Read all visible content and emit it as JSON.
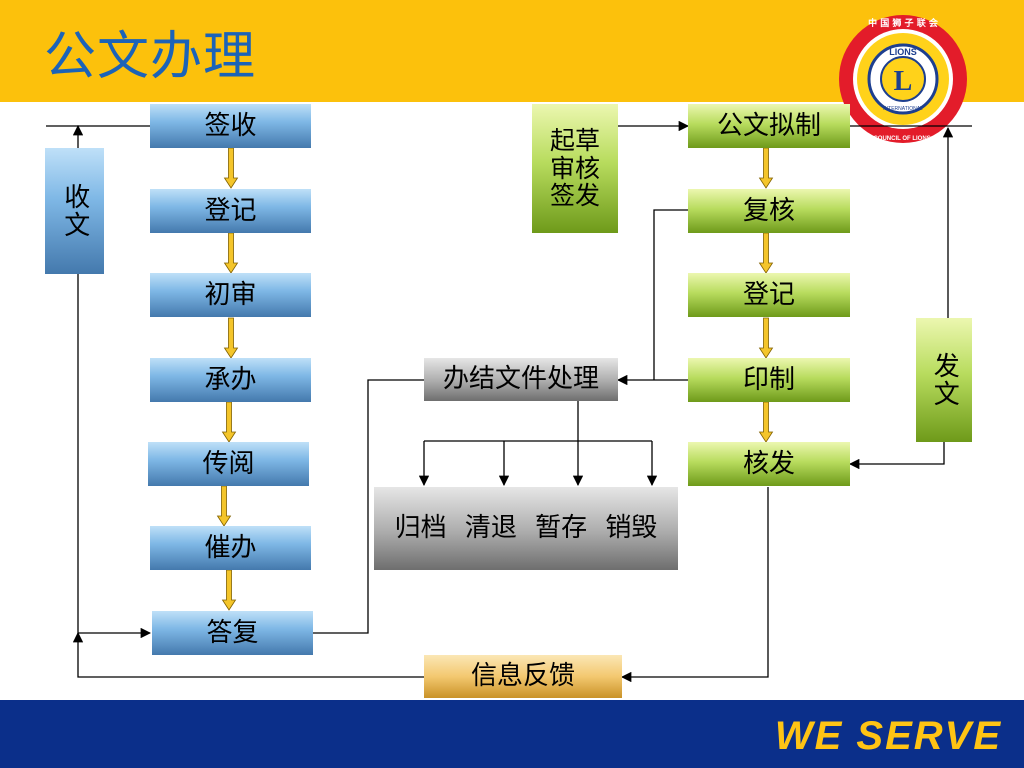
{
  "slide": {
    "title": "公文办理",
    "slogan": "WE SERVE",
    "logo": {
      "center_letter": "L",
      "ring_text_top": "中 国 狮 子 联 会",
      "ring_text_bottom": "CHINA COUNCIL OF LIONS CLUBS",
      "band_text_top": "LIONS",
      "band_text_bottom": "INTERNATIONAL"
    }
  },
  "colors": {
    "header": "#fcc10c",
    "title": "#1b63b8",
    "footer": "#0b2f8a",
    "slogan": "#ffc414",
    "blue_box": "#7fb8e6",
    "green_box": "#b8dc5e",
    "gray_box": "#ababab",
    "gold_box": "#f3c870",
    "arrow_fill": "#f4c52a"
  },
  "receiving": {
    "label": "收文",
    "steps": [
      "签收",
      "登记",
      "初审",
      "承办",
      "传阅",
      "催办",
      "答复"
    ]
  },
  "sending": {
    "label": "发文",
    "draft_label": "起草\n审核\n签发",
    "steps": [
      "公文拟制",
      "复核",
      "登记",
      "印制",
      "核发"
    ]
  },
  "processing": {
    "label": "办结文件处理",
    "dispose": "归档 清退 暂存 销毁",
    "feedback": "信息反馈"
  }
}
